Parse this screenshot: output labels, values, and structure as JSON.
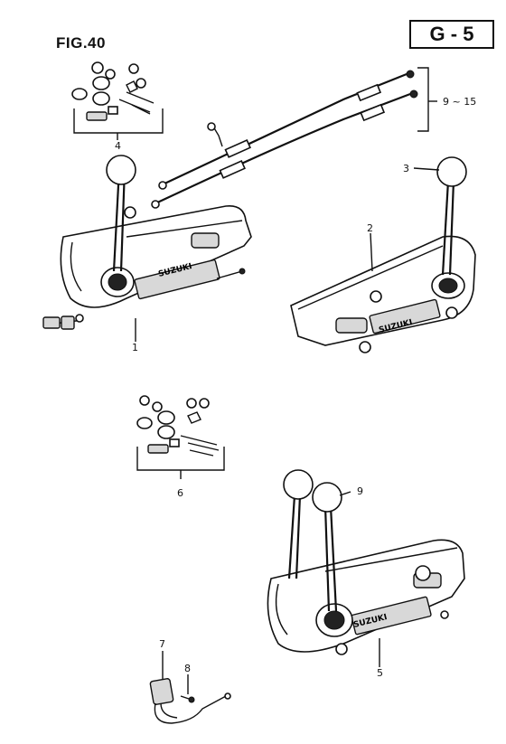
{
  "header": {
    "figure_label": "FIG.40",
    "page_code": "G - 5"
  },
  "callouts": {
    "c1": "1",
    "c2": "2",
    "c3": "3",
    "c4": "4",
    "c5": "5",
    "c6": "6",
    "c7": "7",
    "c8": "8",
    "c9": "9",
    "c9_15": "9 ~ 15"
  },
  "brand_marks": {
    "box1": "SUZUKI",
    "box2": "SUZUKI",
    "box5": "SUZUKI"
  }
}
